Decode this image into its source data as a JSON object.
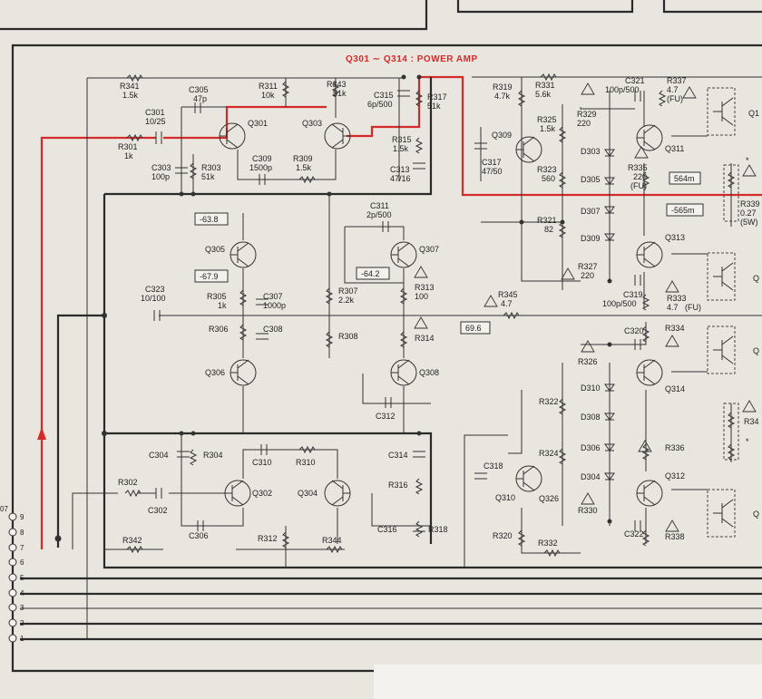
{
  "title": "Q301 ∼ Q314 : POWER AMP",
  "connector_pins": [
    "9",
    "8",
    "7",
    "6",
    "5",
    "4",
    "3",
    "2",
    "1"
  ],
  "connector_edge_label": "07",
  "voltages": [
    "-63.8",
    "-67.9",
    "-64.2",
    "69.6",
    "564m",
    "-565m"
  ],
  "transistors": [
    "Q301",
    "Q303",
    "Q305",
    "Q306",
    "Q307",
    "Q308",
    "Q302",
    "Q304",
    "Q309",
    "Q310",
    "Q311",
    "Q312",
    "Q313",
    "Q314"
  ],
  "components": [
    {
      "ref": "R341",
      "value": "1.5k"
    },
    {
      "ref": "C305",
      "value": "47p"
    },
    {
      "ref": "R311",
      "value": "10k"
    },
    {
      "ref": "R343",
      "value": "51k"
    },
    {
      "ref": "C315",
      "value": "6p/500"
    },
    {
      "ref": "R317",
      "value": "51k"
    },
    {
      "ref": "C301",
      "value": "10/25"
    },
    {
      "ref": "R301",
      "value": "1k"
    },
    {
      "ref": "C303",
      "value": "100p"
    },
    {
      "ref": "R303",
      "value": "51k"
    },
    {
      "ref": "C309",
      "value": "1500p"
    },
    {
      "ref": "R309",
      "value": "1.5k"
    },
    {
      "ref": "R315",
      "value": "1.5k"
    },
    {
      "ref": "C313",
      "value": "47/16"
    },
    {
      "ref": "C311",
      "value": "2p/500"
    },
    {
      "ref": "R307",
      "value": "2.2k"
    },
    {
      "ref": "R313",
      "value": "100"
    },
    {
      "ref": "C323",
      "value": "10/100"
    },
    {
      "ref": "R305",
      "value": "1k"
    },
    {
      "ref": "C307",
      "value": "1000p"
    },
    {
      "ref": "R306",
      "value": ""
    },
    {
      "ref": "C308",
      "value": ""
    },
    {
      "ref": "R308",
      "value": ""
    },
    {
      "ref": "R314",
      "value": ""
    },
    {
      "ref": "R345",
      "value": "4.7"
    },
    {
      "ref": "C312",
      "value": ""
    },
    {
      "ref": "C304",
      "value": ""
    },
    {
      "ref": "R304",
      "value": ""
    },
    {
      "ref": "C310",
      "value": ""
    },
    {
      "ref": "R310",
      "value": ""
    },
    {
      "ref": "C314",
      "value": ""
    },
    {
      "ref": "R316",
      "value": ""
    },
    {
      "ref": "R302",
      "value": ""
    },
    {
      "ref": "C302",
      "value": ""
    },
    {
      "ref": "C306",
      "value": ""
    },
    {
      "ref": "R312",
      "value": ""
    },
    {
      "ref": "R344",
      "value": ""
    },
    {
      "ref": "C316",
      "value": ""
    },
    {
      "ref": "R318",
      "value": ""
    },
    {
      "ref": "R342",
      "value": ""
    },
    {
      "ref": "R319",
      "value": "4.7k"
    },
    {
      "ref": "R331",
      "value": "5.6k"
    },
    {
      "ref": "C321",
      "value": "100p/500"
    },
    {
      "ref": "R337",
      "value": "4.7"
    },
    {
      "ref": "R325",
      "value": "1.5k"
    },
    {
      "ref": "R329",
      "value": "220"
    },
    {
      "ref": "C317",
      "value": "47/50"
    },
    {
      "ref": "D303",
      "value": ""
    },
    {
      "ref": "R323",
      "value": "560"
    },
    {
      "ref": "D305",
      "value": ""
    },
    {
      "ref": "R335",
      "value": "220"
    },
    {
      "ref": "R321",
      "value": "82"
    },
    {
      "ref": "D307",
      "value": ""
    },
    {
      "ref": "D309",
      "value": ""
    },
    {
      "ref": "R327",
      "value": "220"
    },
    {
      "ref": "C319",
      "value": "100p/500"
    },
    {
      "ref": "R333",
      "value": "4.7"
    },
    {
      "ref": "R334",
      "value": ""
    },
    {
      "ref": "C320",
      "value": ""
    },
    {
      "ref": "R326",
      "value": ""
    },
    {
      "ref": "R322",
      "value": ""
    },
    {
      "ref": "D310",
      "value": ""
    },
    {
      "ref": "D308",
      "value": ""
    },
    {
      "ref": "D306",
      "value": ""
    },
    {
      "ref": "D304",
      "value": ""
    },
    {
      "ref": "R336",
      "value": ""
    },
    {
      "ref": "C318",
      "value": ""
    },
    {
      "ref": "R324",
      "value": ""
    },
    {
      "ref": "Q326",
      "value": ""
    },
    {
      "ref": "R330",
      "value": ""
    },
    {
      "ref": "R320",
      "value": ""
    },
    {
      "ref": "R332",
      "value": ""
    },
    {
      "ref": "C322",
      "value": ""
    },
    {
      "ref": "R338",
      "value": ""
    }
  ],
  "fuse_notes": [
    "(FU)",
    "(FU)",
    "(FU)"
  ],
  "right_edge": {
    "labels": [
      "Q1",
      "R339",
      "0.27",
      "(5W)",
      "Q",
      "Q",
      "R34",
      "Q"
    ],
    "asterisks": [
      "*",
      "*"
    ]
  },
  "colors": {
    "signal_path": "#d42a2a",
    "ink": "#2a2a2a",
    "paper": "#e9e6e0"
  }
}
